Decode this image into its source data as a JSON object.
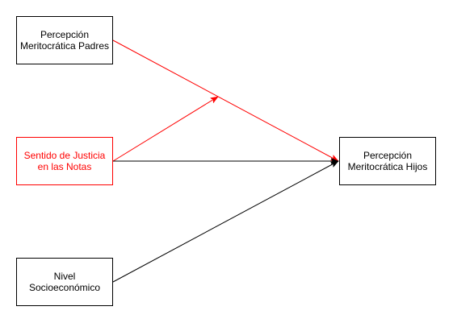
{
  "nodes": {
    "padres": {
      "label": "Percepción Meritocrática Padres"
    },
    "justicia": {
      "label": "Sentido de Justicia en las Notas"
    },
    "nse": {
      "label": "Nivel Socioeconómico"
    },
    "hijos": {
      "label": "Percepción Meritocrática Hijos"
    }
  },
  "edges": [
    {
      "from": "padres",
      "to": "hijos",
      "color": "#ff0000",
      "kind": "direct-effect"
    },
    {
      "from": "justicia",
      "to": "padres-hijos-edge",
      "color": "#ff0000",
      "kind": "moderation"
    },
    {
      "from": "justicia",
      "to": "hijos",
      "color": "#000000",
      "kind": "direct-effect"
    },
    {
      "from": "nse",
      "to": "hijos",
      "color": "#000000",
      "kind": "direct-effect"
    }
  ],
  "colors": {
    "highlight": "#ff0000",
    "default": "#000000"
  }
}
